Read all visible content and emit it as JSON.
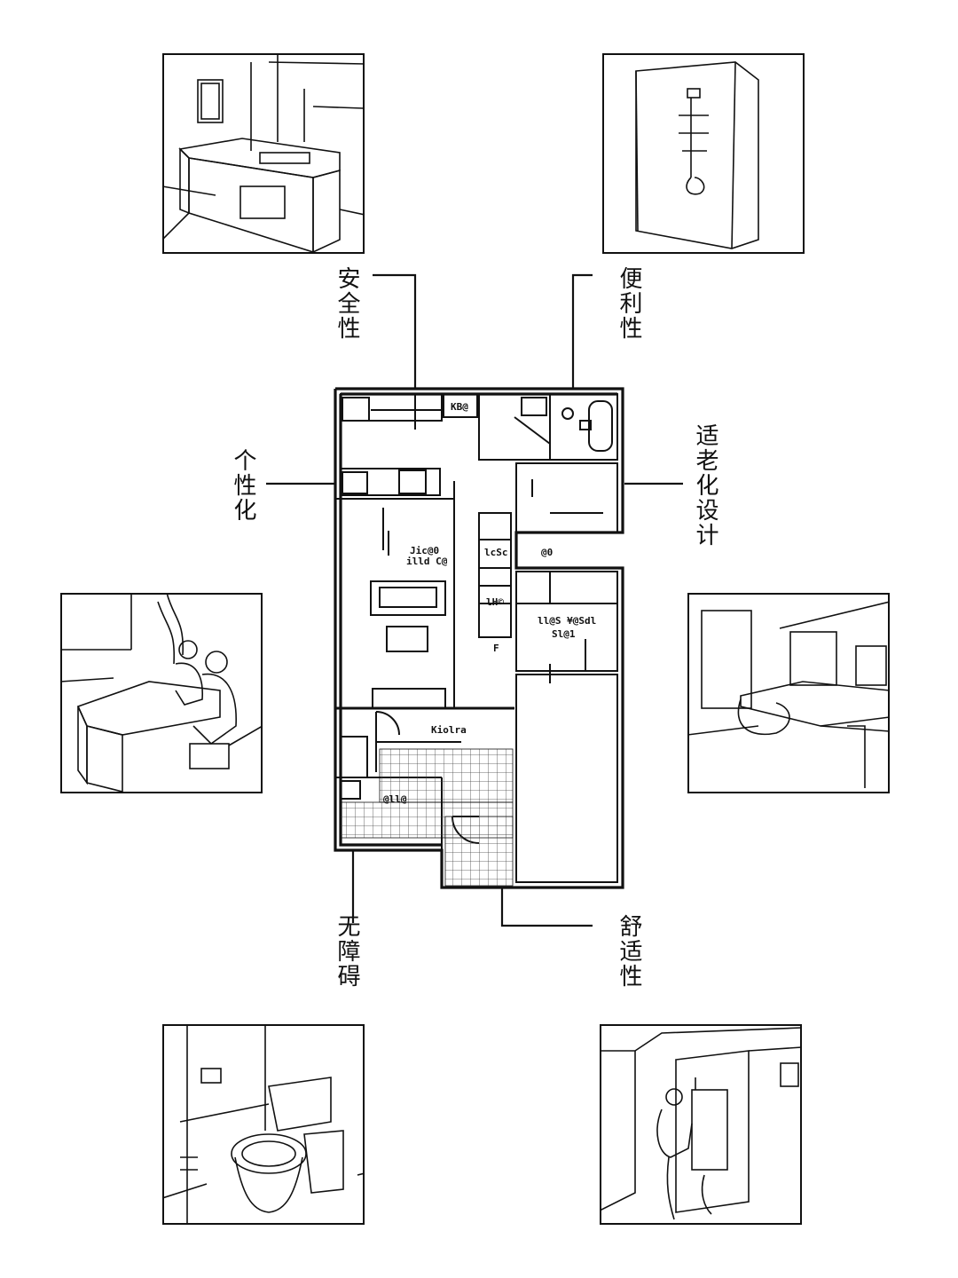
{
  "diagram": {
    "principles": [
      {
        "id": "safety",
        "label": "安全性"
      },
      {
        "id": "convenience",
        "label": "便利性"
      },
      {
        "id": "personalization",
        "label": "个性化"
      },
      {
        "id": "aging_friendly",
        "label": "适老化设计"
      },
      {
        "id": "barrier_free",
        "label": "无障碍"
      },
      {
        "id": "comfort",
        "label": "舒适性"
      }
    ],
    "floorplan_labels": {
      "room_a": "Jic@0",
      "room_a2": "illd C@",
      "room_b": "KB@",
      "room_c": "lcSc",
      "room_d": "@0",
      "room_e": "ll@S  ¥@Sdl",
      "room_e2": "Sl@1",
      "room_f": "F",
      "room_g": "Kiolra",
      "room_h": "@ll@",
      "room_i": "lH©"
    },
    "colors": {
      "line": "#111111",
      "background": "#ffffff"
    }
  }
}
